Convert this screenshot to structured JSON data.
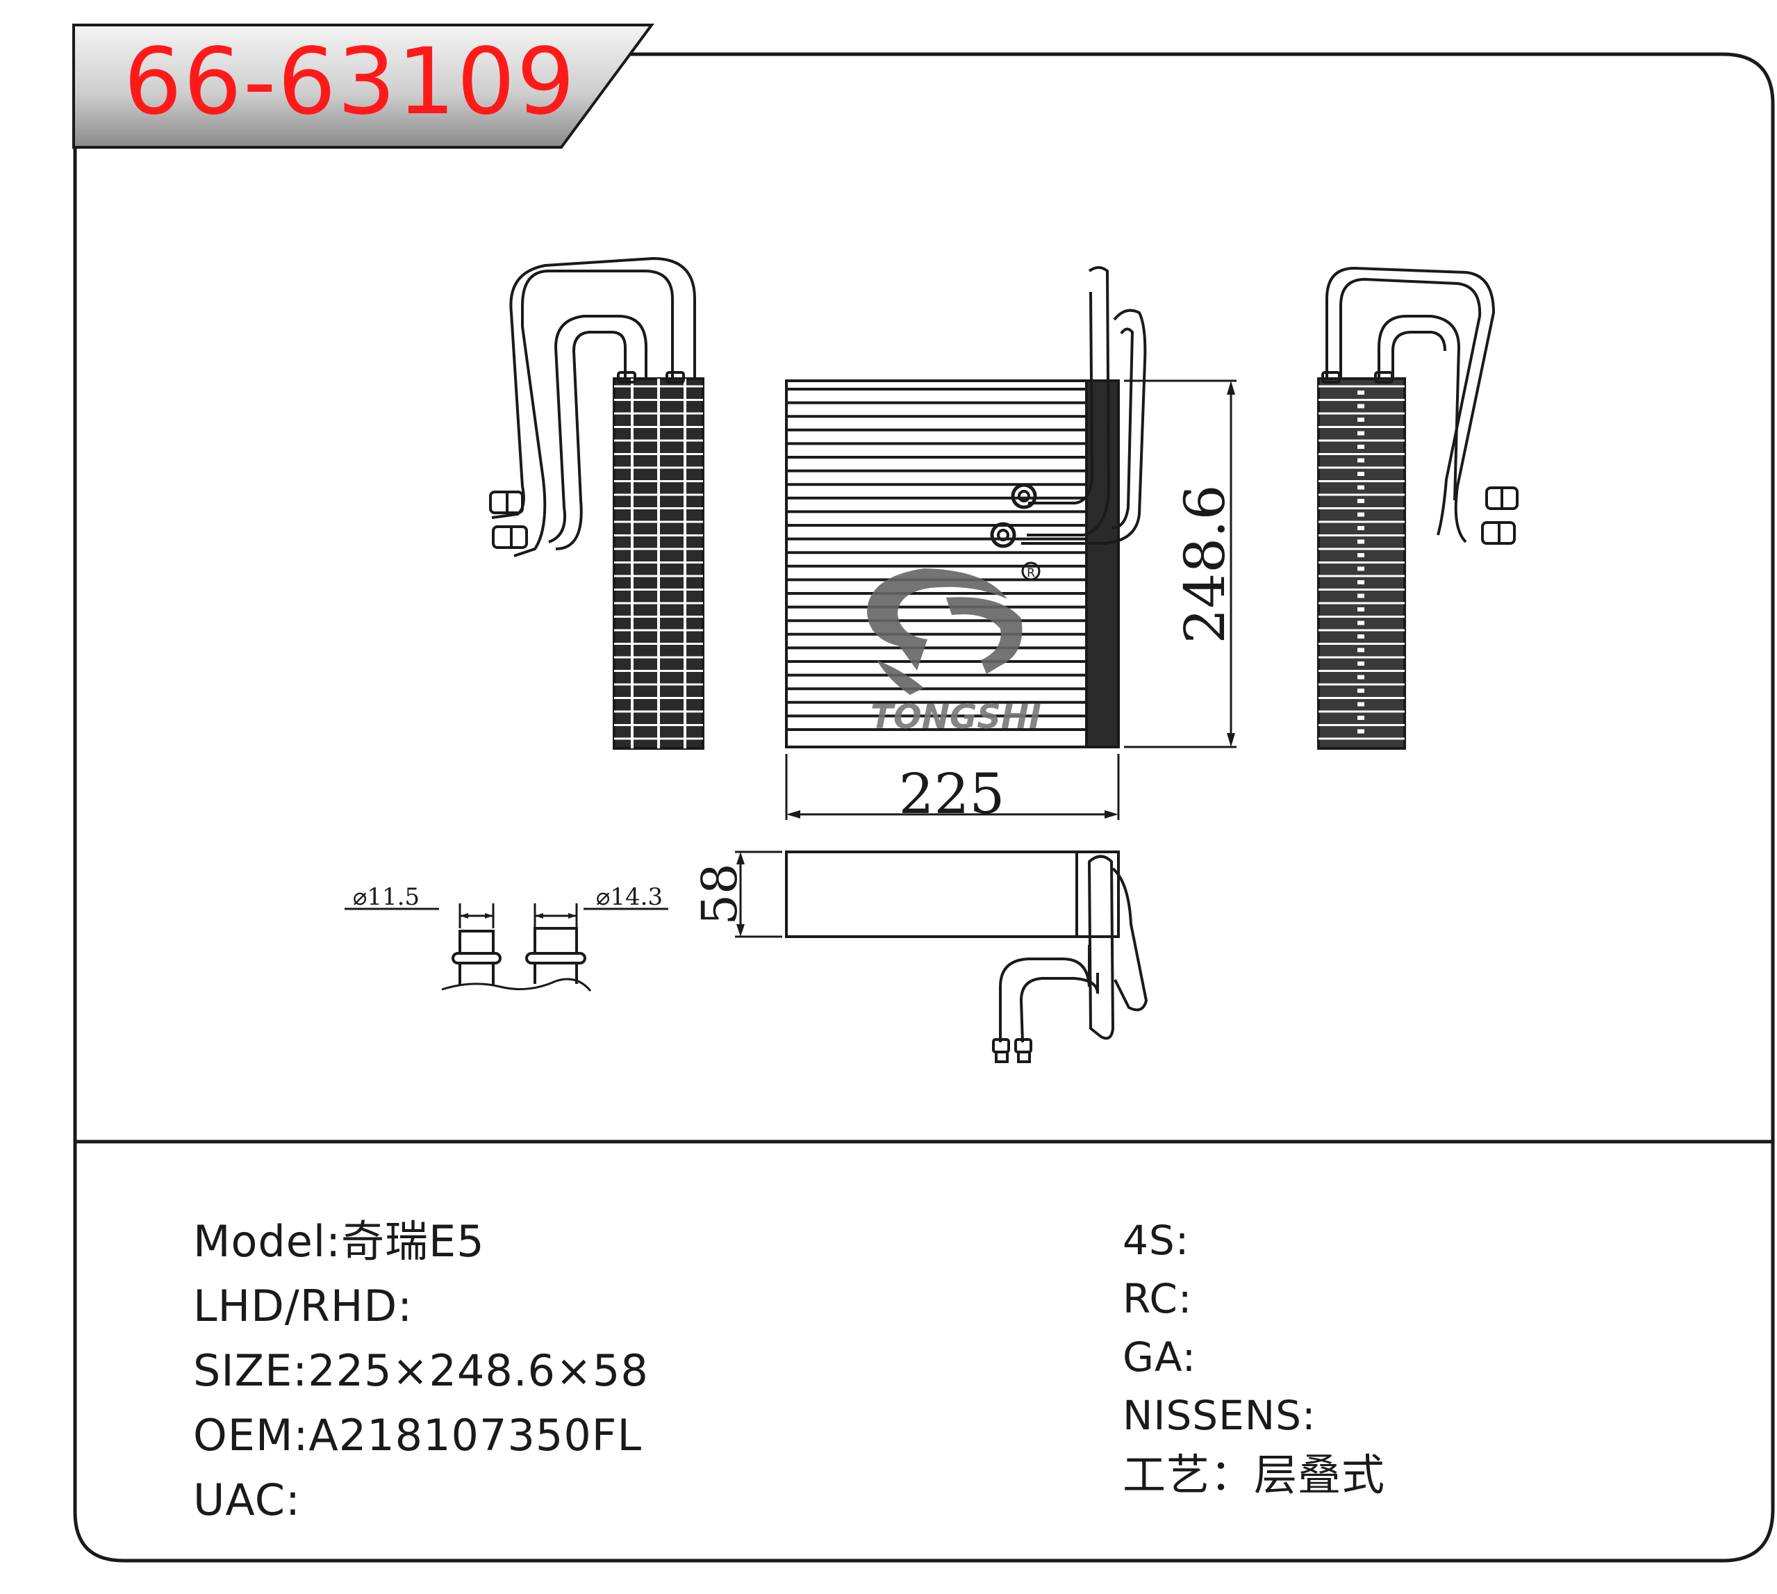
{
  "header": {
    "part_number": "66-63109"
  },
  "drawing": {
    "dim_width": "225",
    "dim_height": "248.6",
    "dim_depth": "58",
    "pipe_diameter_small": "⌀11.5",
    "pipe_diameter_large": "⌀14.3",
    "watermark_text": "TONGSHI",
    "registered_mark": "R"
  },
  "specs_left": [
    {
      "key": "Model:",
      "value": "奇瑞E5"
    },
    {
      "key": "LHD/RHD:",
      "value": ""
    },
    {
      "key": "SIZE:",
      "value": "225×248.6×58"
    },
    {
      "key": "OEM:",
      "value": "A218107350FL"
    },
    {
      "key": "UAC:",
      "value": ""
    }
  ],
  "specs_right": [
    {
      "key": "4S:",
      "value": ""
    },
    {
      "key": "RC:",
      "value": ""
    },
    {
      "key": "GA:",
      "value": ""
    },
    {
      "key": "NISSENS:",
      "value": ""
    },
    {
      "key": "工艺：",
      "value": "层叠式"
    }
  ],
  "colors": {
    "accent_red": "#ff1a1a",
    "line": "#1a1a1a"
  }
}
